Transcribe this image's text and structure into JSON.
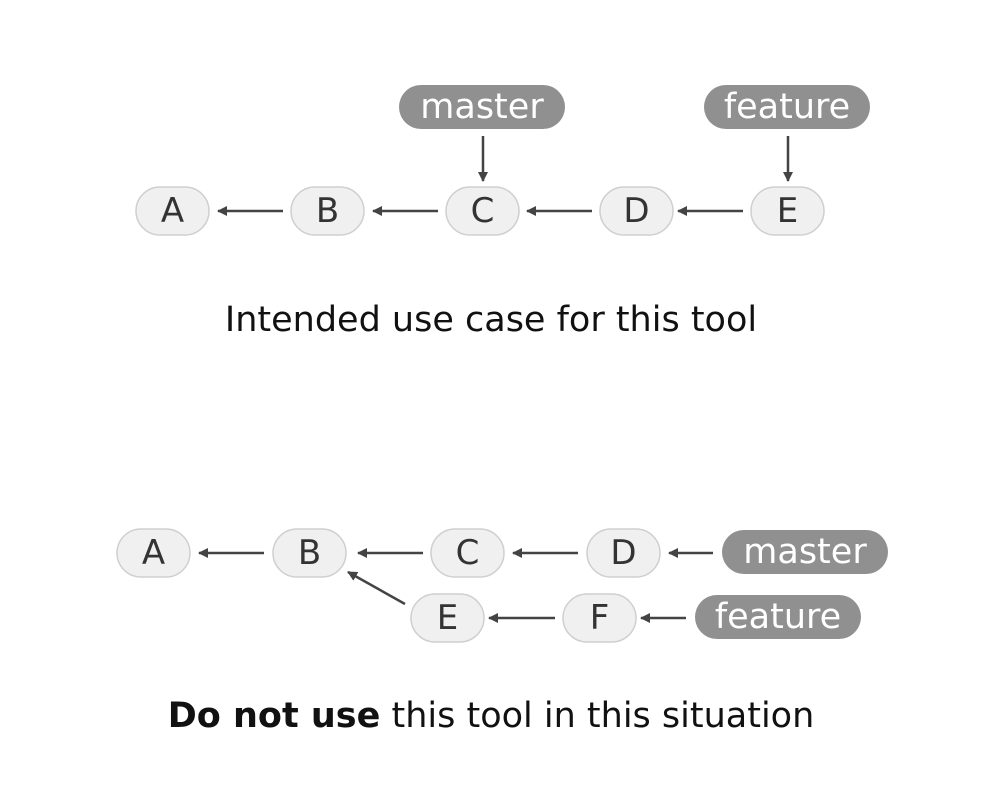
{
  "top_diagram": {
    "commits": [
      "A",
      "B",
      "C",
      "D",
      "E"
    ],
    "branches": {
      "master": "master",
      "feature": "feature"
    },
    "caption": "Intended use case for this tool"
  },
  "bottom_diagram": {
    "main_commits": [
      "A",
      "B",
      "C",
      "D"
    ],
    "side_commits": [
      "E",
      "F"
    ],
    "branches": {
      "master": "master",
      "feature": "feature"
    },
    "caption_bold": "Do not use",
    "caption_rest": " this tool in this situation"
  },
  "colors": {
    "commit_fill": "#f0f0f0",
    "commit_border": "#cfcfcf",
    "branch_fill": "#909090",
    "arrow": "#444444"
  }
}
